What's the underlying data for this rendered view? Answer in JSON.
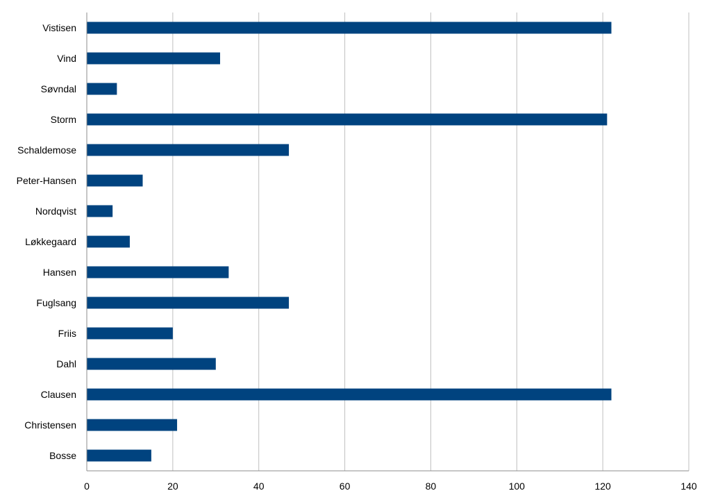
{
  "chart_data": {
    "type": "bar",
    "orientation": "horizontal",
    "categories": [
      "Vistisen",
      "Vind",
      "Søvndal",
      "Storm",
      "Schaldemose",
      "Peter-Hansen",
      "Nordqvist",
      "Løkkegaard",
      "Hansen",
      "Fuglsang",
      "Friis",
      "Dahl",
      "Clausen",
      "Christensen",
      "Bosse"
    ],
    "values": [
      122,
      31,
      7,
      121,
      47,
      13,
      6,
      10,
      33,
      47,
      20,
      30,
      122,
      21,
      15
    ],
    "xlim": [
      0,
      140
    ],
    "xticks": [
      0,
      20,
      40,
      60,
      80,
      100,
      120,
      140
    ],
    "grid": "vertical",
    "legend": "none",
    "bar_color": "#00437f",
    "grid_color": "#bfbfbf",
    "axis_color": "#8c8c8c"
  }
}
